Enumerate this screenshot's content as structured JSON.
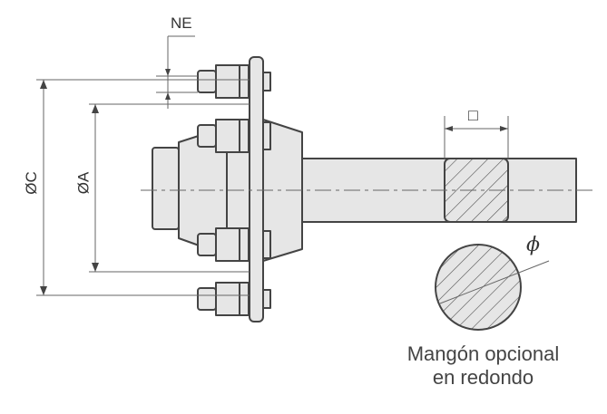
{
  "labels": {
    "ne": "NE",
    "diameter_c": "ØC",
    "diameter_a": "ØA",
    "square": "□",
    "phi": "ϕ",
    "caption_line1": "Mangón opcional",
    "caption_line2": "en redondo"
  },
  "colors": {
    "fill": "#e6e6e6",
    "stroke": "#444444"
  }
}
